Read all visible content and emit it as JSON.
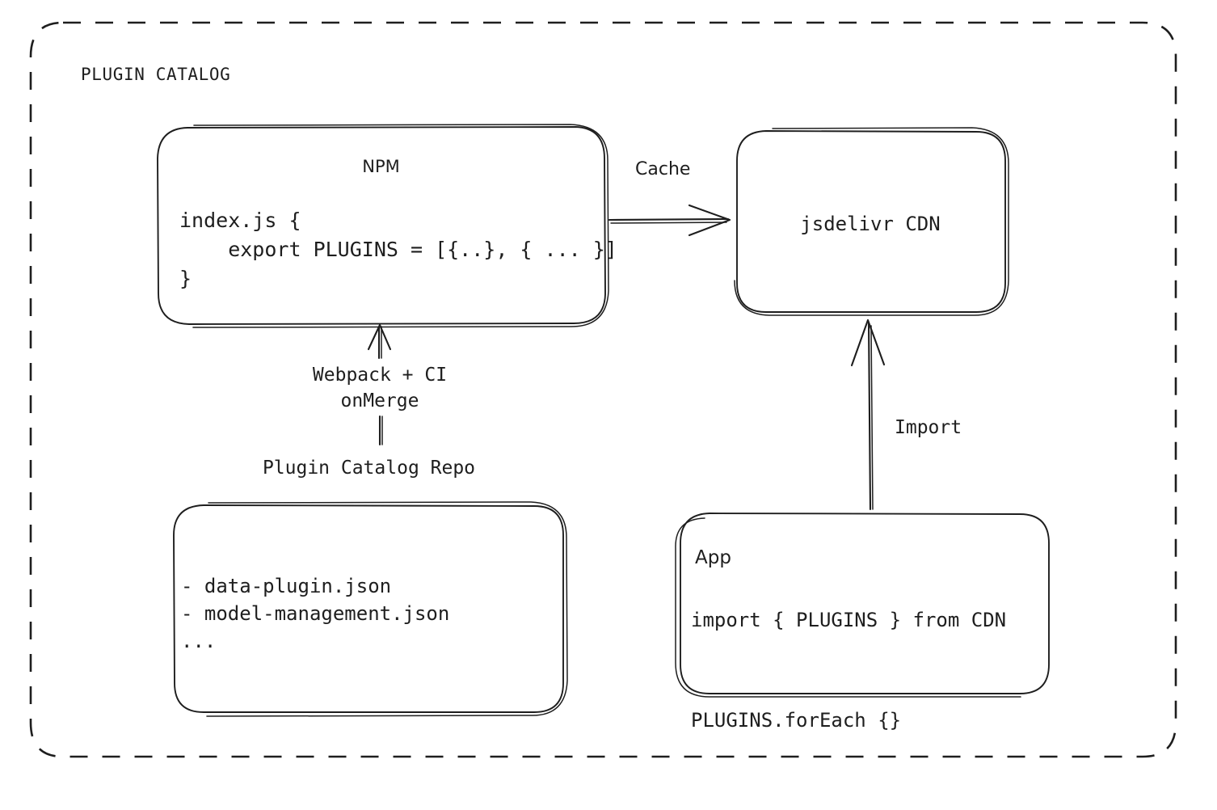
{
  "diagram": {
    "group_label": "PLUGIN CATALOG",
    "nodes": {
      "npm": {
        "title": "NPM",
        "code": "index.js {\n    export PLUGINS = [{..}, { ... }]\n}"
      },
      "cdn": {
        "title": "jsdelivr CDN"
      },
      "repo": {
        "label": "Plugin Catalog Repo",
        "files": "- data-plugin.json\n- model-management.json\n..."
      },
      "app": {
        "title": "App",
        "code": "import { PLUGINS } from CDN\n\nPLUGINS.forEach {}"
      }
    },
    "edges": {
      "cache": "Cache",
      "build": "Webpack + CI\nonMerge",
      "import": "Import"
    },
    "colors": {
      "stroke": "#1e1e1e",
      "background": "#ffffff"
    }
  }
}
